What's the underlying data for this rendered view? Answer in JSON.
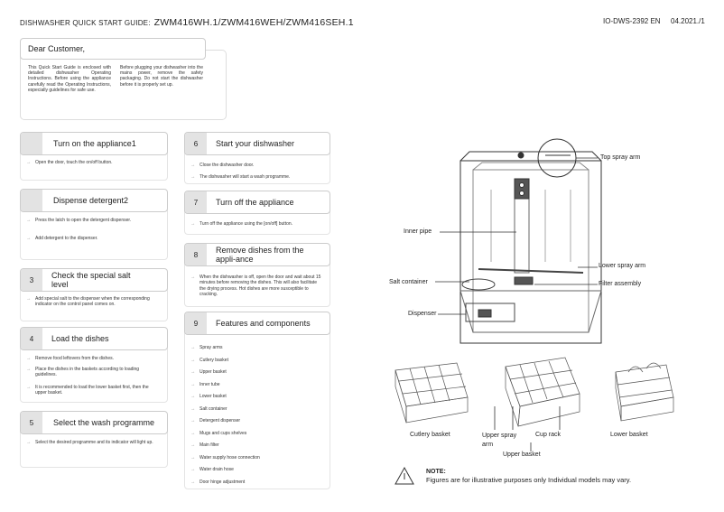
{
  "header": {
    "guide_label": "DISHWASHER QUICK START GUIDE:",
    "models": "ZWM416WH.1/ZWM416WEH/ZWM416SEH.1",
    "doc_code": "IO-DWS-2392 EN",
    "date": "04.2021./1"
  },
  "intro": {
    "greeting": "Dear Customer,",
    "col1": "This Quick Start Guide is enclosed with detailed dishwasher Operating Instructions. Before using the appliance carefully read the Operating Instructions, especially guidelines for safe use.",
    "col2": "Before plugging your dishwasher into the mains power, remove the safety packaging. Do not start the dishwasher before it is properly set up."
  },
  "steps": [
    {
      "num": "",
      "title": "Turn on the appliance1",
      "items": [
        "Open the door, touch the on/off button."
      ]
    },
    {
      "num": "",
      "title": "Dispense detergent2",
      "items": [
        "Press the latch to open the detergent dispenser.",
        "Add detergent to the dispenser."
      ]
    },
    {
      "num": "3",
      "title": "Check the special salt level",
      "items": [
        "Add special salt to the dispenser when the corresponding indicator on the control panel comes on."
      ]
    },
    {
      "num": "4",
      "title": "Load the dishes",
      "items": [
        "Remove food leftovers from the dishes.",
        "Place the dishes in the baskets according to loading guidelines.",
        "It is recommended to load the lower basket first, then the upper basket."
      ]
    },
    {
      "num": "5",
      "title": "Select the wash programme",
      "items": [
        "Select the desired programme and its indicator will light up."
      ]
    },
    {
      "num": "6",
      "title": "Start your dishwasher",
      "items": [
        "Close the dishwasher door.",
        "The dishwasher will start a wash programme."
      ]
    },
    {
      "num": "7",
      "title": "Turn off the appliance",
      "items": [
        "Turn off the appliance using the [on/off] button."
      ]
    },
    {
      "num": "8",
      "title": "Remove dishes from the appli-ance",
      "items": [
        "When the dishwasher is off, open the door and wait about 15 minutes before removing the dishes. This will also facilitate the drying process. Hot dishes are more susceptible to cracking."
      ]
    },
    {
      "num": "9",
      "title": "Features and components",
      "items": [
        "Spray arms",
        "Cutlery basket",
        "Upper basket",
        "Inner tube",
        "Lower basket",
        "Salt container",
        "Detergent dispenser",
        "Mugs and cups shelves",
        "Main filter",
        "Water supply hose connection",
        "Water drain hose",
        "Door hinge adjustment"
      ]
    }
  ],
  "diagram": {
    "labels": {
      "top_spray_arm": "Top spray arm",
      "inner_pipe": "Inner pipe",
      "lower_spray_arm": "Lower spray arm",
      "salt_container": "Salt container",
      "filter_assembly": "Filter assembly",
      "dispenser": "Dispenser"
    },
    "baskets": {
      "cutlery": "Cutlery basket",
      "upper_spray_arm": "Upper spray arm",
      "cup_rack": "Cup rack",
      "lower_basket": "Lower basket",
      "upper_basket": "Upper basket"
    }
  },
  "note": {
    "title": "NOTE:",
    "text": "Figures are for illustrative purposes only Individual models may vary."
  }
}
